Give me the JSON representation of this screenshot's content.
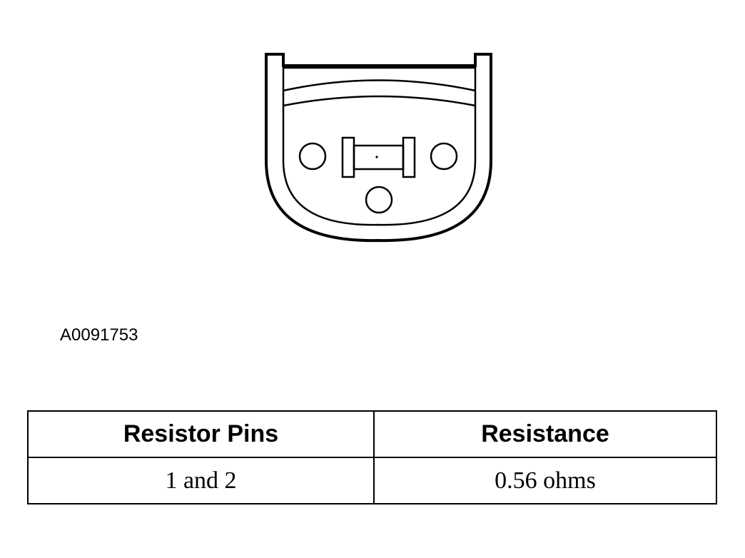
{
  "figure": {
    "id": "A0091753"
  },
  "table": {
    "headers": [
      "Resistor Pins",
      "Resistance"
    ],
    "rows": [
      [
        "1 and 2",
        "0.56 ohms"
      ]
    ]
  }
}
